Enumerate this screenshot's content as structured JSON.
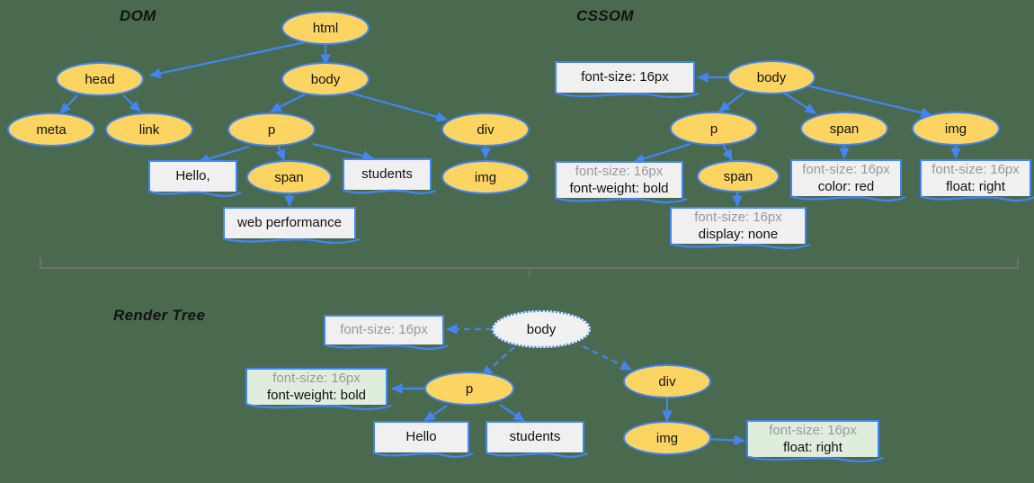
{
  "background_color": "#4a6a50",
  "palette": {
    "node_fill": "#fcd462",
    "node_stroke": "#4285f4",
    "box_fill": "#f0f0f0",
    "box_fill_green": "#dfeedc",
    "inherited_text": "#999999",
    "declared_text": "#111111",
    "divider": "#6f6f6f"
  },
  "sections": {
    "dom": {
      "title": "DOM",
      "nodes": [
        {
          "id": "html",
          "label": "html"
        },
        {
          "id": "head",
          "label": "head"
        },
        {
          "id": "body",
          "label": "body"
        },
        {
          "id": "meta",
          "label": "meta"
        },
        {
          "id": "link",
          "label": "link"
        },
        {
          "id": "p",
          "label": "p"
        },
        {
          "id": "div",
          "label": "div"
        },
        {
          "id": "span",
          "label": "span"
        },
        {
          "id": "img",
          "label": "img"
        }
      ],
      "text_boxes": [
        {
          "id": "hello",
          "label": "Hello,"
        },
        {
          "id": "students",
          "label": "students"
        },
        {
          "id": "webperf",
          "label": "web performance"
        }
      ]
    },
    "cssom": {
      "title": "CSSOM",
      "nodes": [
        {
          "id": "body",
          "label": "body"
        },
        {
          "id": "p",
          "label": "p"
        },
        {
          "id": "span1",
          "label": "span"
        },
        {
          "id": "img",
          "label": "img"
        },
        {
          "id": "span2",
          "label": "span"
        }
      ],
      "style_boxes": [
        {
          "id": "body-style",
          "lines": [
            {
              "text": "font-size: 16px",
              "inherited": false
            }
          ]
        },
        {
          "id": "p-style",
          "lines": [
            {
              "text": "font-size: 16px",
              "inherited": true
            },
            {
              "text": "font-weight: bold",
              "inherited": false
            }
          ]
        },
        {
          "id": "span2-style",
          "lines": [
            {
              "text": "font-size: 16px",
              "inherited": true
            },
            {
              "text": "display: none",
              "inherited": false
            }
          ]
        },
        {
          "id": "span1-style",
          "lines": [
            {
              "text": "font-size: 16px",
              "inherited": true
            },
            {
              "text": "color: red",
              "inherited": false
            }
          ]
        },
        {
          "id": "img-style",
          "lines": [
            {
              "text": "font-size: 16px",
              "inherited": true
            },
            {
              "text": "float: right",
              "inherited": false
            }
          ]
        }
      ]
    },
    "render_tree": {
      "title": "Render Tree",
      "nodes": [
        {
          "id": "body",
          "label": "body",
          "ghost": true
        },
        {
          "id": "p",
          "label": "p",
          "ghost": false
        },
        {
          "id": "div",
          "label": "div",
          "ghost": false
        },
        {
          "id": "img",
          "label": "img",
          "ghost": false
        }
      ],
      "text_boxes": [
        {
          "id": "hello",
          "label": "Hello"
        },
        {
          "id": "students",
          "label": "students"
        }
      ],
      "style_boxes": [
        {
          "id": "body-style",
          "green": false,
          "lines": [
            {
              "text": "font-size: 16px",
              "inherited": true
            }
          ]
        },
        {
          "id": "p-style",
          "green": true,
          "lines": [
            {
              "text": "font-size: 16px",
              "inherited": true
            },
            {
              "text": "font-weight: bold",
              "inherited": false
            }
          ]
        },
        {
          "id": "img-style",
          "green": true,
          "lines": [
            {
              "text": "font-size: 16px",
              "inherited": true
            },
            {
              "text": "float: right",
              "inherited": false
            }
          ]
        }
      ]
    }
  }
}
